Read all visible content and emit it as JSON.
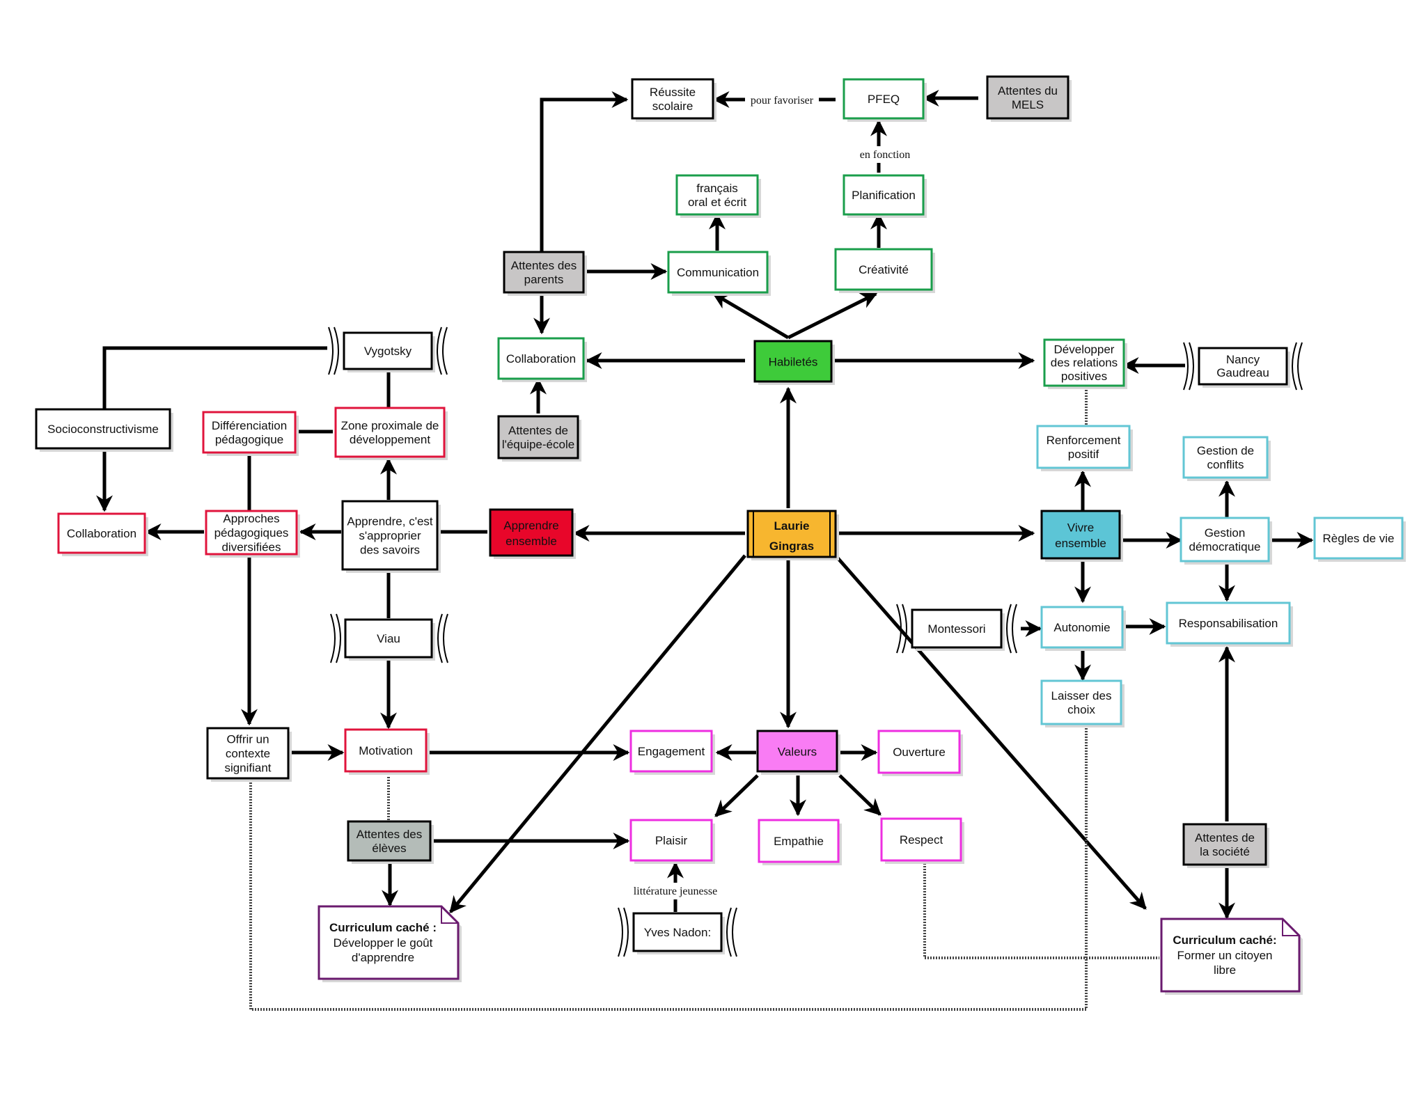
{
  "colors": {
    "black": "#000000",
    "green": "#1a9e4b",
    "red": "#e0143c",
    "cyan": "#62c6d4",
    "magenta": "#ee2ee0",
    "purple": "#6a1a6e",
    "grey": "#c8c6c6",
    "grey_green": "#b4bcb8",
    "center_fill": "#f7b62f",
    "habiletes_fill": "#3ecb3a",
    "apprendre_fill": "#e8062a",
    "vivre_fill": "#5cc5d6",
    "valeurs_fill": "#f97cf4"
  },
  "nodes": {
    "reussite": "Réussite\nscolaire",
    "pfeq": "PFEQ",
    "mels": "Attentes du\nMELS",
    "francais": "français\noral et écrit",
    "planification": "Planification",
    "attentes_parents": "Attentes des\nparents",
    "communication": "Communication",
    "creativite": "Créativité",
    "vygotsky": "Vygotsky",
    "collab_hab": "Collaboration",
    "habiletes": "Habiletés",
    "dev_relations": "Développer\ndes relations\npositives",
    "nancy": "Nancy\nGaudreau",
    "socio": "Socioconstructivisme",
    "differenciation": "Différenciation\npédagogique",
    "zone": "Zone proximale de\ndéveloppement",
    "equipe_ecole": "Attentes de\nl'équipe-école",
    "renforcement": "Renforcement\npositif",
    "gestion_conflits": "Gestion de\nconflits",
    "collab_left": "Collaboration",
    "approches": "Approches\npédagogiques\ndiversifiées",
    "apprendre_cest": "Apprendre, c'est\ns'approprier\ndes savoirs",
    "apprendre_ensemble": "Apprendre\nensemble",
    "center": "Laurie\nGingras",
    "vivre": "Vivre\nensemble",
    "gestion_dem": "Gestion\ndémocratique",
    "regles": "Règles de vie",
    "viau": "Viau",
    "montessori": "Montessori",
    "autonomie": "Autonomie",
    "responsabilisation": "Responsabilisation",
    "laisser": "Laisser des\nchoix",
    "offrir": "Offrir un\ncontexte\nsignifiant",
    "motivation": "Motivation",
    "engagement": "Engagement",
    "valeurs": "Valeurs",
    "ouverture": "Ouverture",
    "attentes_eleves": "Attentes des\nélèves",
    "plaisir": "Plaisir",
    "empathie": "Empathie",
    "respect": "Respect",
    "attentes_societe": "Attentes de\nla société",
    "yves": "Yves Nadon:",
    "cc_left_title": "Curriculum caché :",
    "cc_left_body": "Développer le goût\nd'apprendre",
    "cc_right_title": "Curriculum caché:",
    "cc_right_body": "Former un citoyen\nlibre"
  },
  "edge_labels": {
    "pour_favoriser": "pour favoriser",
    "en_fonction": "en fonction",
    "litterature": "littérature jeunesse"
  }
}
